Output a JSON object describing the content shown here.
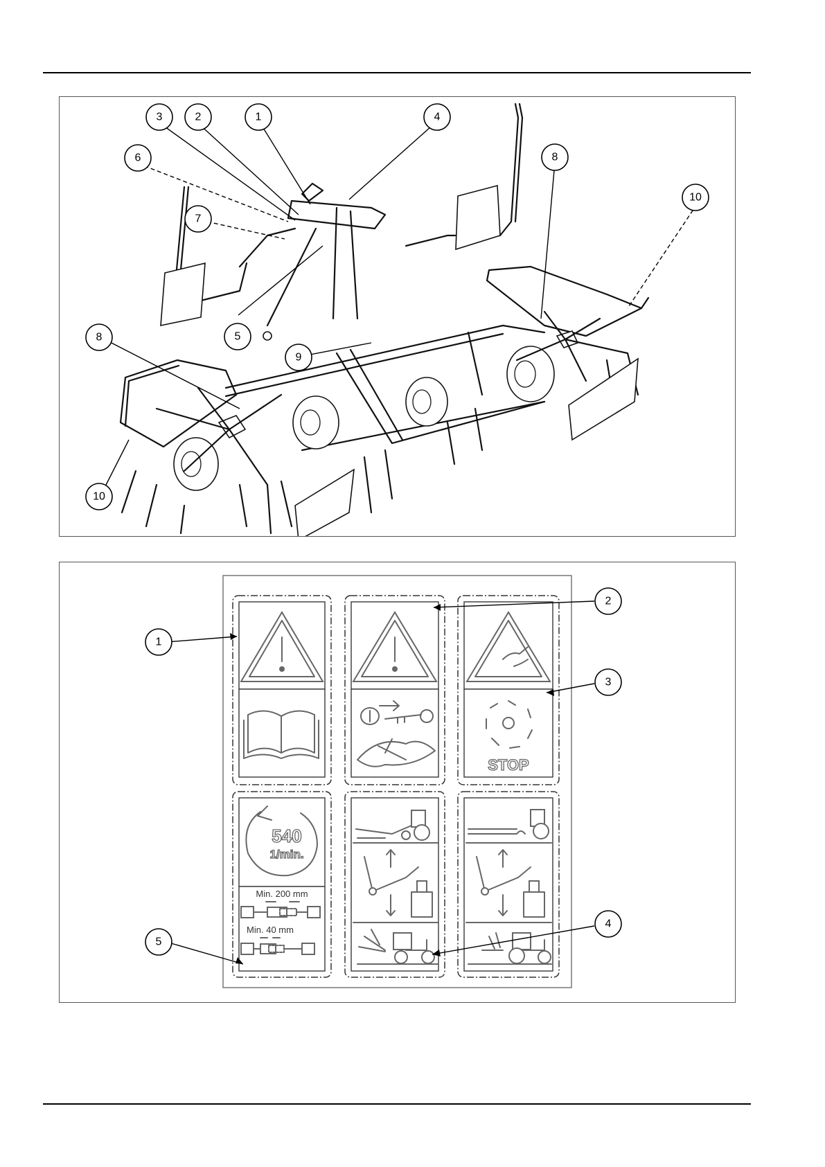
{
  "figure_top": {
    "callouts": [
      "1",
      "2",
      "3",
      "4",
      "5",
      "6",
      "7",
      "8",
      "9",
      "10",
      "8",
      "10"
    ]
  },
  "figure_bottom": {
    "callouts": [
      "1",
      "2",
      "3",
      "4",
      "5"
    ],
    "decal_texts": {
      "stop": "STOP",
      "speed_value": "540",
      "speed_unit": "1/min.",
      "min_200": "Min. 200 mm",
      "min_40": "Min. 40 mm"
    }
  }
}
